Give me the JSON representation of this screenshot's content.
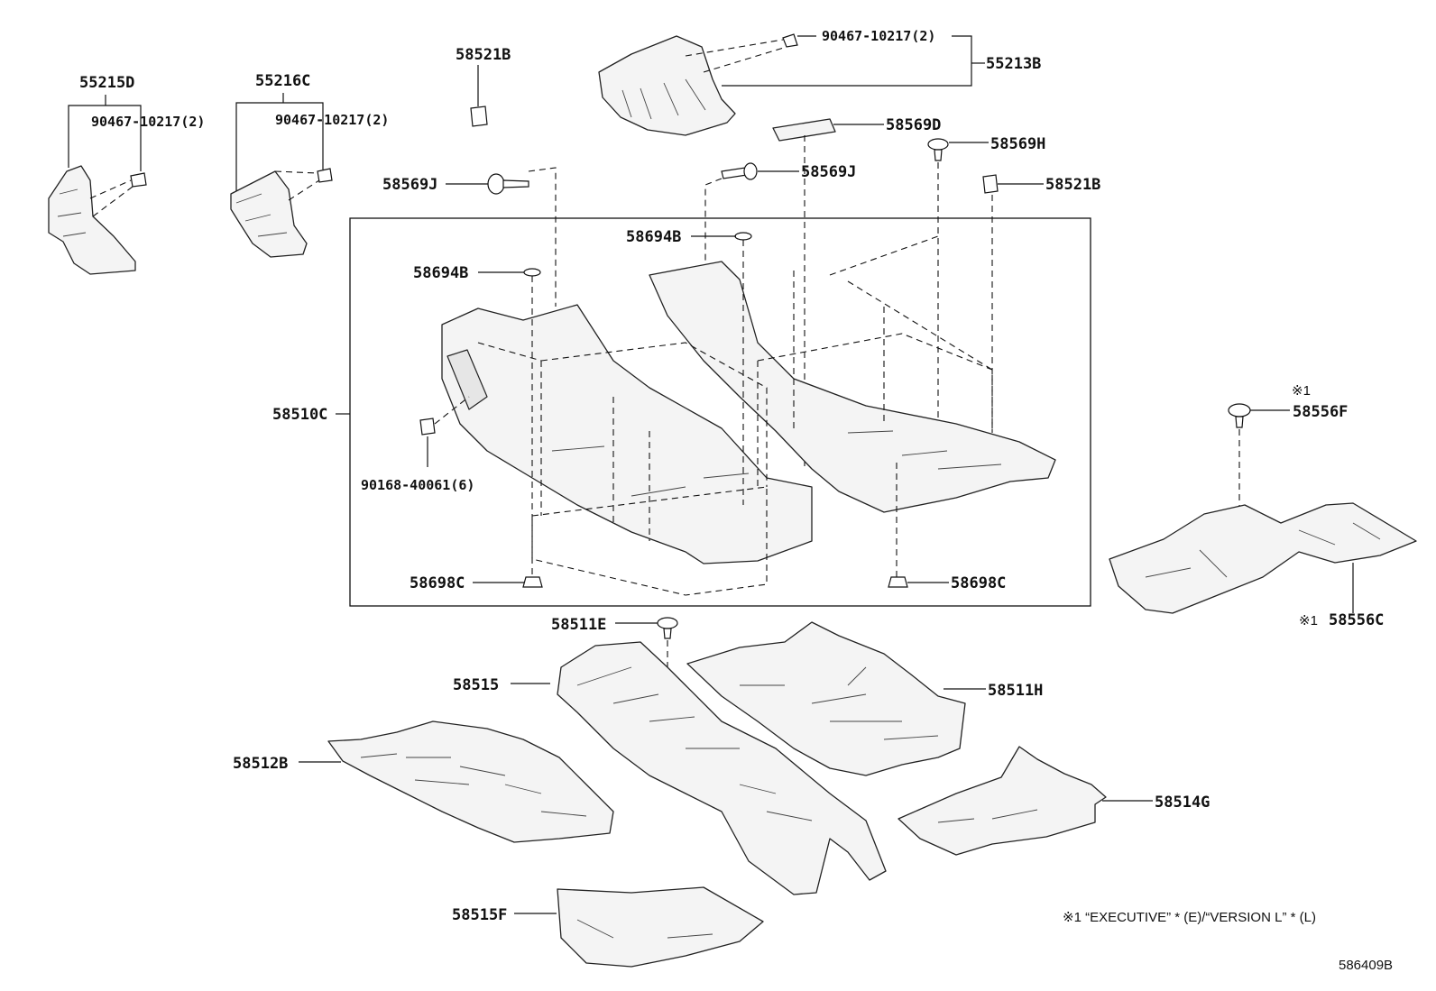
{
  "labels": {
    "p55215D": "55215D",
    "p55215D_bolt": "90467-10217(2)",
    "p55216C": "55216C",
    "p55216C_bolt": "90467-10217(2)",
    "p58521B_top": "58521B",
    "p55213B_bolt": "90467-10217(2)",
    "p55213B": "55213B",
    "p58569D": "58569D",
    "p58569H": "58569H",
    "p58569J_left": "58569J",
    "p58569J_right": "58569J",
    "p58521B_right": "58521B",
    "p58694B_top": "58694B",
    "p58694B_left": "58694B",
    "p58510C": "58510C",
    "p90168": "90168-40061(6)",
    "p58698C_left": "58698C",
    "p58698C_right": "58698C",
    "p58556F_mark": "※1",
    "p58556F": "58556F",
    "p58556C_mark": "※1",
    "p58556C": "58556C",
    "p58511E": "58511E",
    "p58515": "58515",
    "p58511H": "58511H",
    "p58512B": "58512B",
    "p58514G": "58514G",
    "p58515F": "58515F"
  },
  "footnote": "※1 “EXECUTIVE” * (E)/“VERSION L” * (L)",
  "diagram_id": "586409B"
}
